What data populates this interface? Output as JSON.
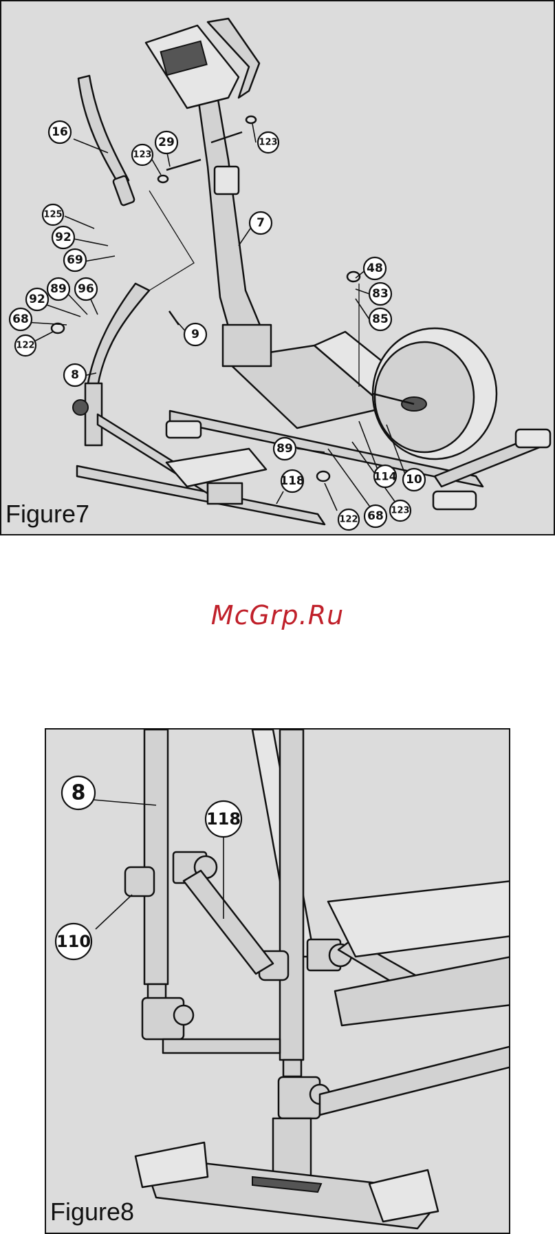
{
  "figure7": {
    "caption": "Figure7",
    "callouts": [
      "16",
      "29",
      "123",
      "123",
      "125",
      "92",
      "69",
      "7",
      "48",
      "83",
      "85",
      "92",
      "89",
      "96",
      "68",
      "122",
      "9",
      "8",
      "89",
      "118",
      "114",
      "10",
      "122",
      "68",
      "123"
    ]
  },
  "watermark": "McGrp.Ru",
  "figure8": {
    "caption": "Figure8",
    "callouts": [
      "8",
      "118",
      "110"
    ]
  }
}
